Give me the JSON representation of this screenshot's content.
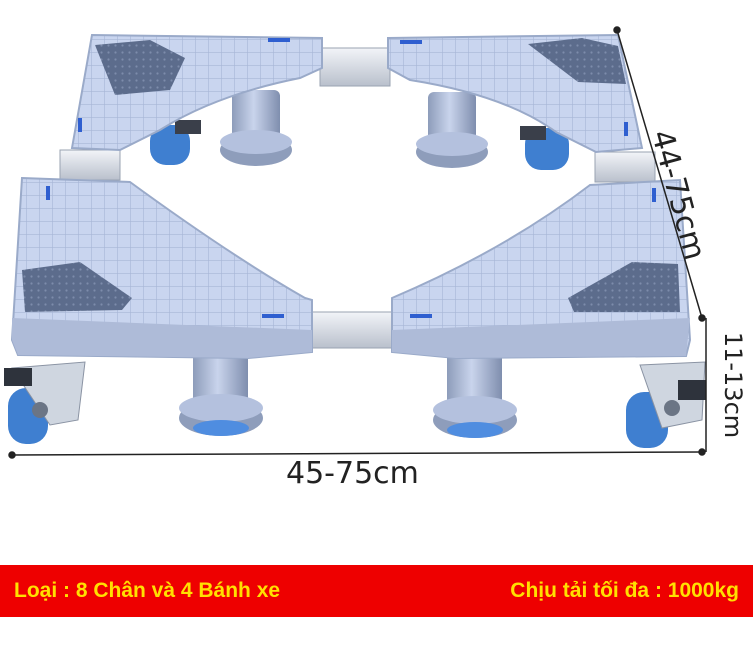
{
  "dimensions": {
    "width": "45-75cm",
    "depth": "44-75cm",
    "height": "11-13cm"
  },
  "banner": {
    "left": "Loại : 8 Chân và 4 Bánh xe",
    "right": "Chịu tải tối đa : 1000kg",
    "background_color": "#ee0000",
    "text_color": "#ffe000"
  },
  "product": {
    "frame_color": "#c9d5ef",
    "pad_color": "#5c6c8c",
    "wheel_color": "#3f7fd0"
  }
}
